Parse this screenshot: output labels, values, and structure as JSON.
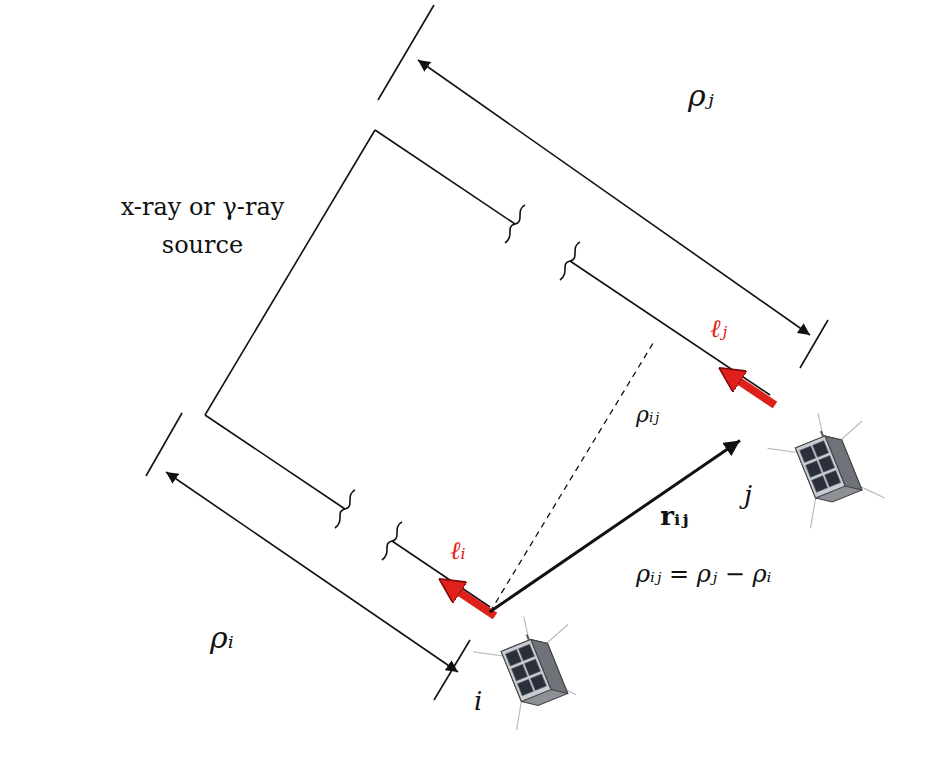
{
  "diagram": {
    "nodes": [
      {
        "text": [
          "i"
        ]
      },
      {
        "text": [
          "j"
        ]
      }
    ],
    "edges": [
      {
        "from": 0,
        "to": 1,
        "arrow": "to",
        "label": "rᵢⱼ"
      }
    ],
    "labels": [
      "x-ray or γ-ray source",
      "ρⱼ",
      "ℓⱼ",
      "ρᵢⱼ",
      "ℓᵢ",
      "ρᵢ",
      "ρᵢⱼ = ρⱼ − ρᵢ"
    ]
  }
}
